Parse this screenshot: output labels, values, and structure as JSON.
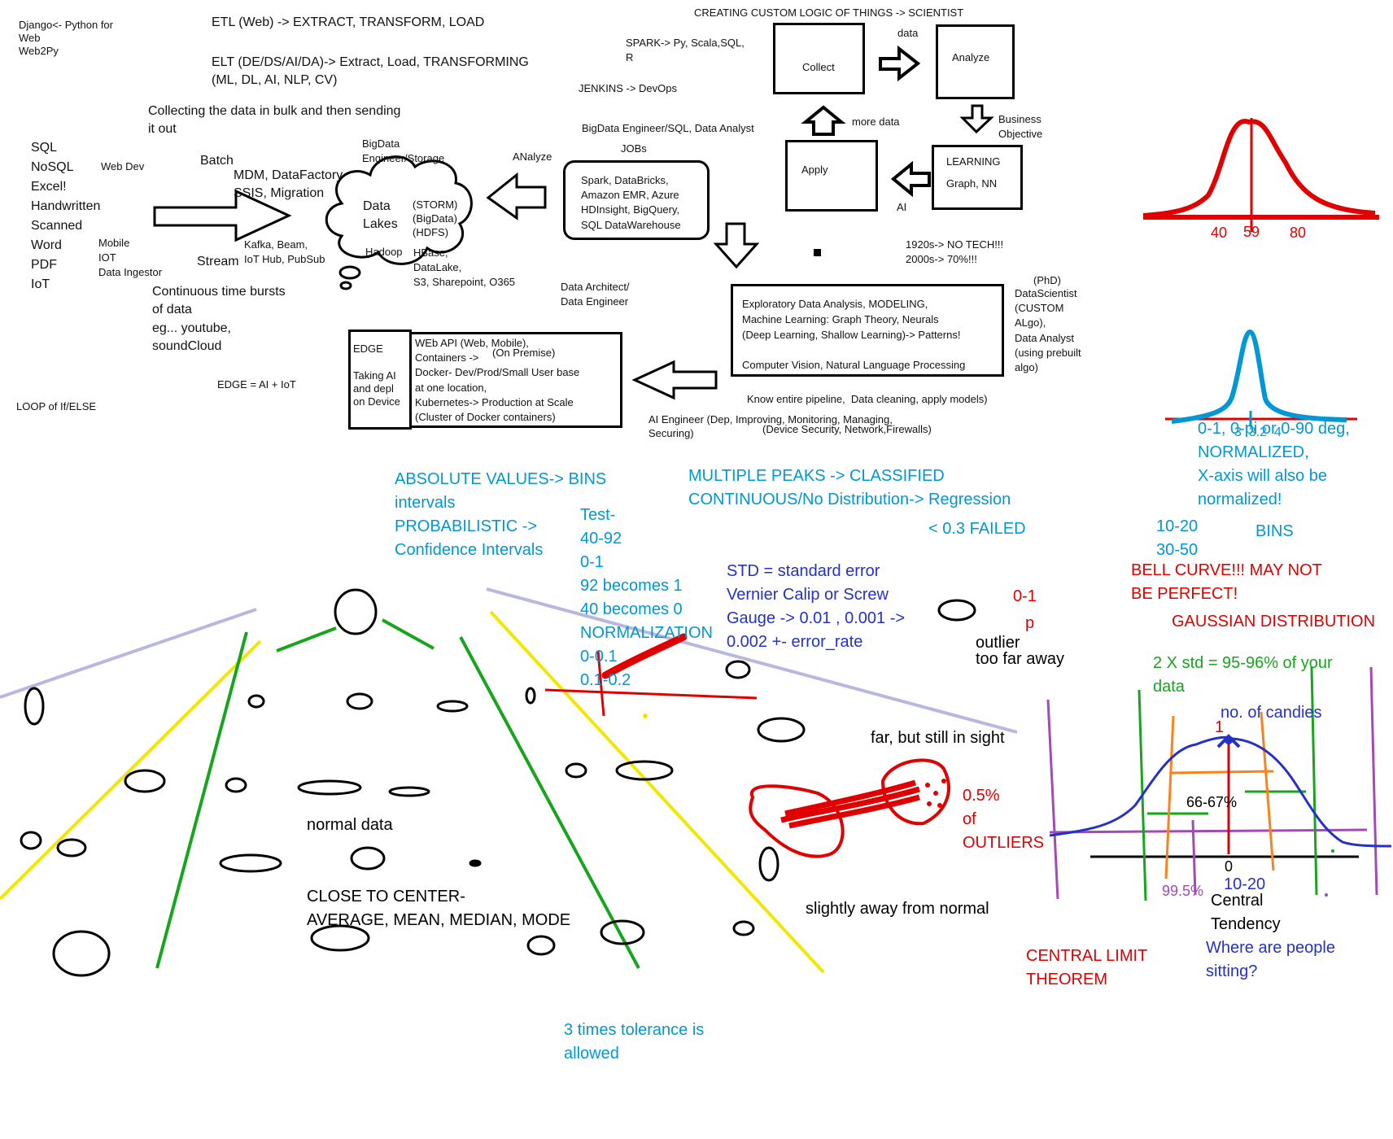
{
  "top_left": {
    "django": "Django<- Python for\nWeb\nWeb2Py",
    "etl": "ETL (Web) -> EXTRACT, TRANSFORM, LOAD",
    "elt": "ELT (DE/DS/AI/DA)-> Extract, Load, TRANSFORMING\n(ML, DL, AI, NLP, CV)",
    "collecting": "Collecting the data in bulk and then sending\nit out",
    "sources": "SQL\nNoSQL\nExcel!\nHandwritten\nScanned\nWord\nPDF\nIoT",
    "web_dev": "Web Dev",
    "mobile": "Mobile\nIOT\nData Ingestor",
    "batch": "Batch",
    "mdm": "MDM, DataFactory\nSSIS, Migration",
    "kafka": "Kafka, Beam,\nIoT Hub, PubSub",
    "stream": "Stream",
    "continuous": "Continuous time bursts\nof data\neg... youtube,\nsoundCloud",
    "edge_eq": "EDGE = AI + IoT",
    "loop": "LOOP of If/ELSE"
  },
  "cloud": {
    "header": "BigData\nEngineer/Storage",
    "title": "Data\nLakes",
    "storm": "(STORM)\n(BigData)\n(HDFS)",
    "hadoop": "Hadoop",
    "hbase": "HBase,\nDataLake,\nS3, Sharepoint, O365"
  },
  "middle": {
    "spark_langs": "SPARK-> Py, Scala,SQL,\nR",
    "jenkins": "JENKINS -> DevOps",
    "bigdata_eng": "BigData Engineer/SQL, Data Analyst",
    "jobs": "JOBs",
    "analyze_arrow": "ANalyze",
    "tools_box": "Spark, DataBricks,\nAmazon EMR, Azure\nHDInsight, BigQuery,\nSQL DataWarehouse",
    "data_architect": "Data Architect/\nData Engineer"
  },
  "cycle": {
    "header": "CREATING CUSTOM LOGIC OF THINGS -> SCIENTIST",
    "collect": "Collect",
    "data_label": "data",
    "analyze": "Analyze",
    "business": "Business\nObjective",
    "learning": "LEARNING\n\nGraph, NN",
    "ai_label": "AI",
    "apply": "Apply",
    "more_data": "more data",
    "history": "1920s-> NO TECH!!!\n2000s-> 70%!!!"
  },
  "eda": {
    "box": "Exploratory Data Analysis, MODELING,\nMachine Learning: Graph Theory, Neurals\n(Deep Learning, Shallow Learning)-> Patterns!\n\nComputer Vision, Natural Language Processing",
    "phd": "(PhD)",
    "scientist": "DataScientist\n(CUSTOM\nALgo),\nData Analyst\n(using prebuilt\nalgo)",
    "pipeline": "Know entire pipeline,  Data cleaning, apply models)",
    "ai_engineer": "AI Engineer (Dep, Improving, Monitoring, Managing,\nSecuring)",
    "device_security": "(Device Security, Network,Firewalls)"
  },
  "deploy": {
    "edge": "EDGE\n\nTaking AI\nand depl\non Device",
    "api": "WEb API (Web, Mobile),\nContainers ->\nDocker- Dev/Prod/Small User base\nat one location,\nKubernetes-> Production at Scale\n(Cluster of Docker containers)",
    "on_premise": "(On Premise)"
  },
  "stats_blue": {
    "absolute": "ABSOLUTE VALUES-> BINS\nintervals\nPROBABILISTIC ->\nConfidence Intervals",
    "test": "Test-\n40-92\n0-1\n92 becomes 1\n40 becomes 0\nNORMALIZATION\n0-0.1\n0.1-0.2",
    "peaks": "MULTIPLE PEAKS -> CLASSIFIED\nCONTINUOUS/No Distribution-> Regression",
    "failed": "< 0.3 FAILED",
    "normalized": "0-1, 0-pi or 0-90 deg,\nNORMALIZED,\nX-axis will also be\nnormalized!",
    "bins_ranges": "10-20\n30-50",
    "bins": "BINS",
    "tolerance": "3 times tolerance is\nallowed",
    "pi_ticks": "3  3.2  4"
  },
  "stats_dblue": {
    "std": "STD = standard error\nVernier Calip or Screw\nGauge -> 0.01 , 0.001 ->\n0.002 +- error_rate",
    "candies": "no. of candies",
    "people": "Where are people\nsitting?",
    "ten_twenty": "10-20"
  },
  "stats_red": {
    "zero_one": "0-1",
    "p": "p",
    "bell": "BELL CURVE!!! MAY NOT\nBE PERFECT!",
    "gaussian": "GAUSSIAN DISTRIBUTION",
    "outliers": "0.5%\nof\nOUTLIERS",
    "clt": "CENTRAL LIMIT\nTHEOREM",
    "one": "1",
    "curve1_ticks": [
      "40",
      "59",
      "80"
    ]
  },
  "stats_green": {
    "two_std": "2 X std = 95-96% of your\ndata"
  },
  "stats_black": {
    "outlier": "outlier\ntoo far away",
    "far_sight": "far, but still in sight",
    "normal_data": "normal data",
    "close_center": "CLOSE TO CENTER-\nAVERAGE, MEAN, MEDIAN, MODE",
    "slightly_away": "slightly away from normal",
    "sixty_six": "66-67%",
    "zero": "0",
    "central": "Central\nTendency"
  },
  "stats_purple": {
    "ninety_nine": "99.5%"
  },
  "colors": {
    "ink": "#000000",
    "red": "#e00000",
    "blue": "#0098d4",
    "dark_blue": "#2431c6",
    "green": "#17a51d",
    "yellow": "#f5e600",
    "purple": "#a24ab6",
    "orange": "#ff7f1a",
    "lavender": "#b9b6e0"
  }
}
